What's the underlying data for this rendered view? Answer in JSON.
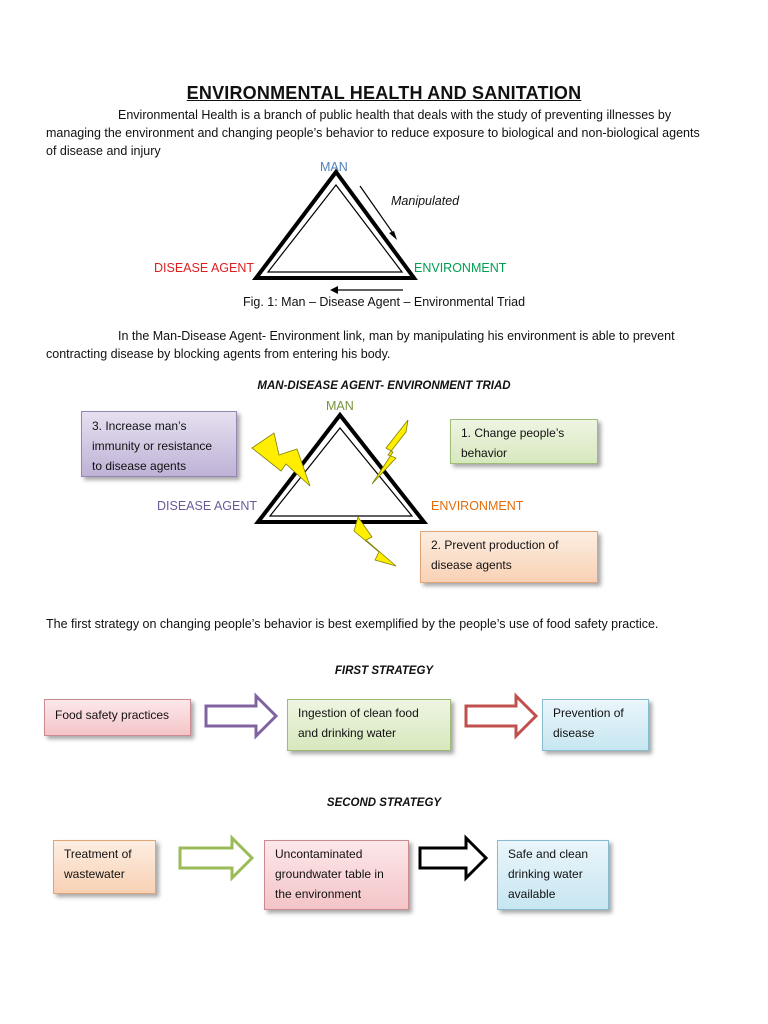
{
  "title": "ENVIRONMENTAL HEALTH AND SANITATION",
  "intro": {
    "line1": "Environmental Health is a branch of public health that deals with the study of preventing illnesses by",
    "line2": "managing the environment and changing people’s behavior to reduce exposure to biological and non-biological agents",
    "line3": "of disease and injury"
  },
  "fig1": {
    "man": "MAN",
    "disease_agent": "DISEASE AGENT",
    "environment": "ENVIRONMENT",
    "manipulated": "Manipulated",
    "caption": "Fig. 1: Man – Disease Agent – Environmental Triad"
  },
  "para2": {
    "line1": "In the Man-Disease Agent- Environment link, man by manipulating his environment is able to prevent",
    "line2": "contracting disease by blocking agents from entering his body."
  },
  "fig2": {
    "heading": "MAN-DISEASE AGENT- ENVIRONMENT TRIAD",
    "man": "MAN",
    "disease_agent": "DISEASE AGENT",
    "environment": "ENVIRONMENT",
    "box3": [
      "3. Increase man’s",
      "immunity or resistance",
      "to disease agents"
    ],
    "box1": [
      "1. Change people’s",
      "behavior"
    ],
    "box2": [
      "2. Prevent production of",
      "disease agents"
    ]
  },
  "para3": "The first strategy on changing people’s behavior is best exemplified by the people’s use of food safety practice.",
  "first_strategy": {
    "heading": "FIRST STRATEGY",
    "step1": [
      "Food safety practices"
    ],
    "step2": [
      "Ingestion of clean food",
      "and drinking water"
    ],
    "step3": [
      "Prevention of",
      "disease"
    ]
  },
  "second_strategy": {
    "heading": "SECOND STRATEGY",
    "step1": [
      "Treatment of",
      "wastewater"
    ],
    "step2": [
      "Uncontaminated",
      "groundwater table in",
      "the environment"
    ],
    "step3": [
      "Safe and clean",
      "drinking water",
      "available"
    ]
  },
  "colors": {
    "man_blue": "#4f81bd",
    "disease_red": "#e02020",
    "environment_green": "#00a050",
    "man_olive": "#77933c",
    "disease_purple": "#6a5a9a",
    "environment_orange": "#e36c0a",
    "lightning_yellow": "#ffee00"
  }
}
